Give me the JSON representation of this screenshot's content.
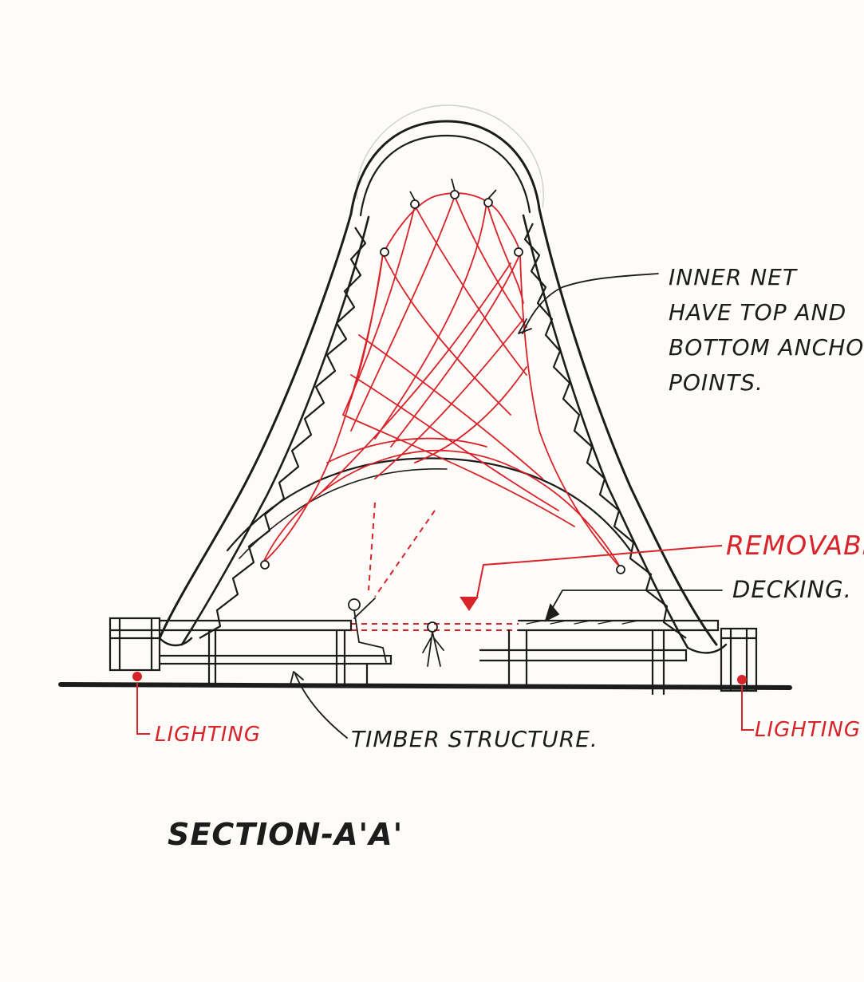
{
  "colors": {
    "ink": "#1c1c1c",
    "red": "#d8232a",
    "paper": "#fdfcf8",
    "pencil": "#cfcfcf"
  },
  "annotations": {
    "inner_net": [
      "INNER NET",
      "HAVE TOP AND",
      "BOTTOM ANCHOR",
      "POINTS."
    ],
    "removable": "REMOVABLE",
    "decking": "DECKING.",
    "lighting_left": "LIGHTING",
    "lighting_right": "LIGHTING",
    "timber_structure": "TIMBER STRUCTURE."
  },
  "title": "SECTION-A'A'"
}
